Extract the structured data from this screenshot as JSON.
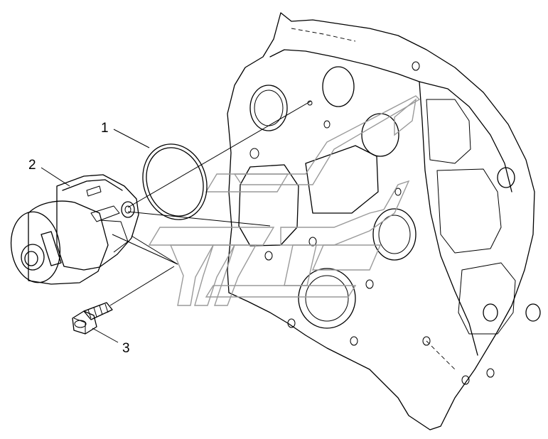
{
  "callouts": [
    {
      "id": "1",
      "label": "1",
      "part": "o-ring"
    },
    {
      "id": "2",
      "label": "2",
      "part": "water-pump"
    },
    {
      "id": "3",
      "label": "3",
      "part": "bolt"
    }
  ],
  "colors": {
    "line": "#000000",
    "background": "#ffffff",
    "watermark": "#9a9a9a"
  }
}
